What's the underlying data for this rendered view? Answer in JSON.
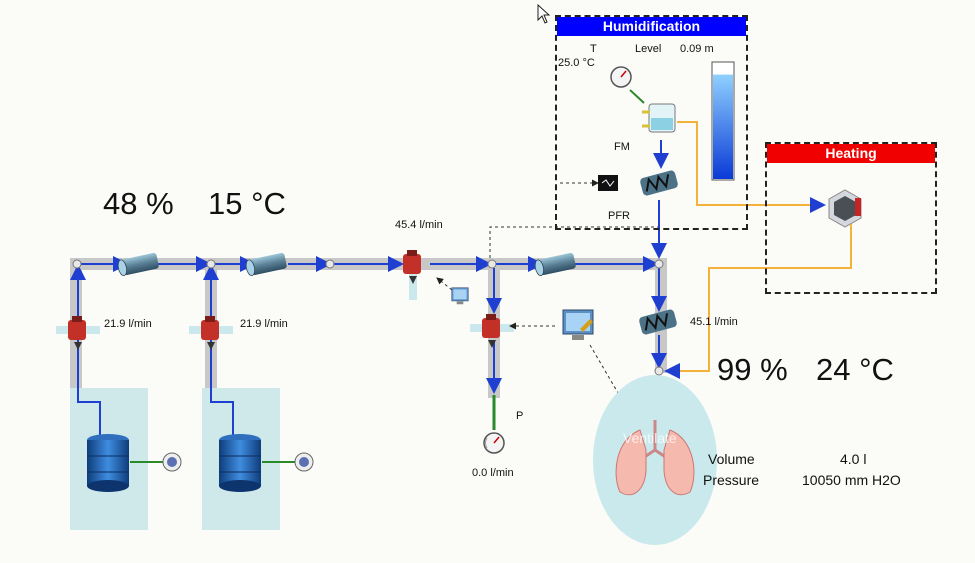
{
  "conditions_left": {
    "humidity": "48 %",
    "temperature": "15 °C"
  },
  "conditions_right": {
    "humidity": "99 %",
    "temperature": "24 °C"
  },
  "flows": {
    "source1_flow": "21.9 l/min",
    "source2_flow": "21.9 l/min",
    "main_flow": "45.4 l/min",
    "outlet_flow": "45.1 l/min",
    "branch_flow": "0.0 l/min",
    "branch_label": "P"
  },
  "humidification": {
    "title": "Humidification",
    "t_label": "T",
    "t_value": "25.0 °C",
    "level_label": "Level",
    "level_value": "0.09 m",
    "level_fraction": 0.9,
    "fm_label": "FM",
    "pfr_label": "PFR"
  },
  "heating": {
    "title": "Heating"
  },
  "lung": {
    "overlay_text": "Ventilate",
    "volume_label": "Volume",
    "volume_value": "4.0 l",
    "pressure_label": "Pressure",
    "pressure_value": "10050 mm H2O"
  },
  "colors": {
    "pipe": "#c8c8c8",
    "flow": "#1f3fd0",
    "hot": "#f4b23a",
    "title_blue": "#0000ff",
    "title_red": "#f00000"
  }
}
